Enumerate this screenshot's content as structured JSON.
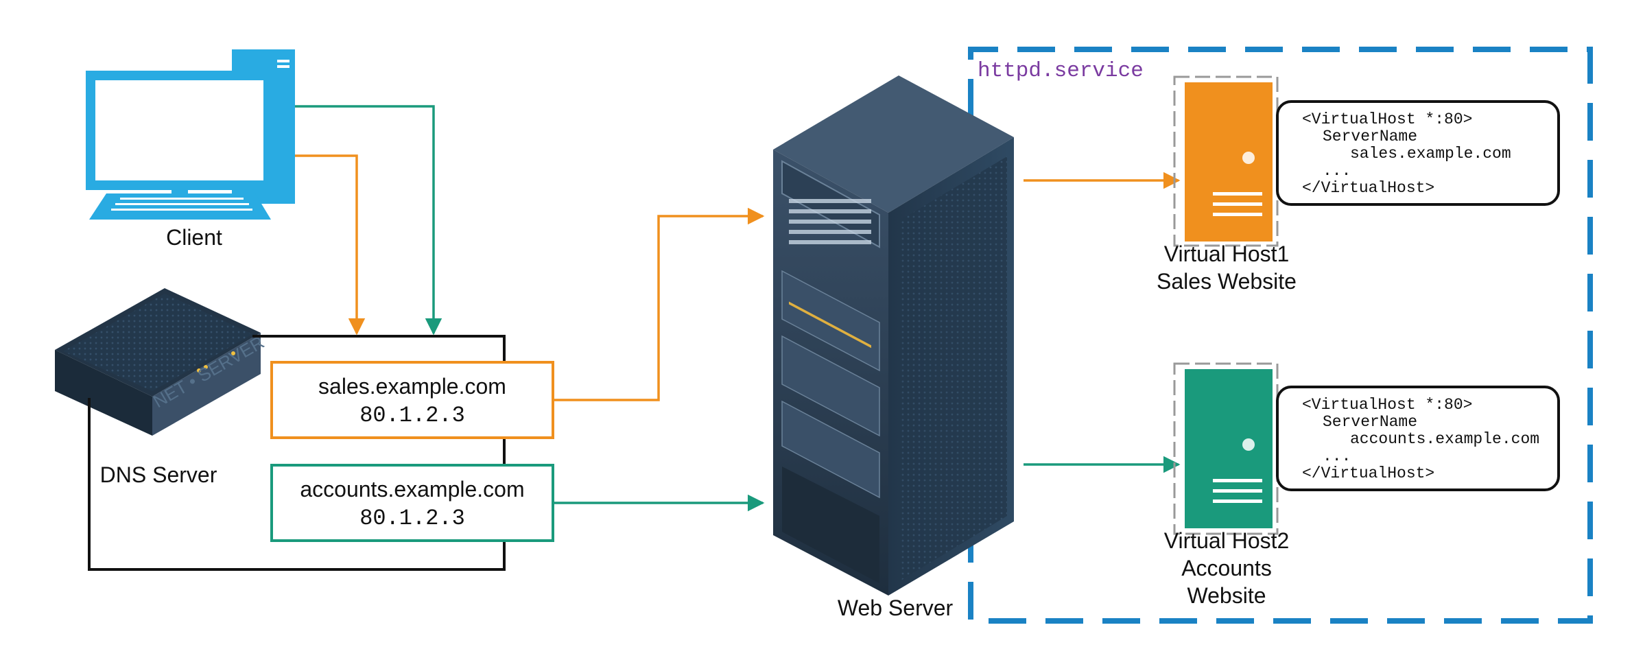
{
  "client": {
    "label": "Client"
  },
  "dns_server": {
    "label": "DNS Server",
    "chassis_text": "NET • SERVER"
  },
  "web_server": {
    "label": "Web Server"
  },
  "dns_records": [
    {
      "host": "sales.example.com",
      "ip": "80.1.2.3"
    },
    {
      "host": "accounts.example.com",
      "ip": "80.1.2.3"
    }
  ],
  "service": {
    "name": "httpd.service"
  },
  "virtual_hosts": [
    {
      "title": "Virtual Host1",
      "subtitle": "Sales Website",
      "config": [
        "<VirtualHost *:80>",
        "ServerName",
        "sales.example.com",
        "...",
        "</VirtualHost>"
      ]
    },
    {
      "title": "Virtual Host2",
      "subtitle": "Accounts",
      "subtitle2": "Website",
      "config": [
        "<VirtualHost *:80>",
        "ServerName",
        "accounts.example.com",
        "...",
        "</VirtualHost>"
      ]
    }
  ],
  "colors": {
    "orange": "#f0901e",
    "teal": "#1a9a7c",
    "blue": "#1a82c4",
    "client_blue": "#29abe2",
    "purple": "#7a3aa0",
    "server_dark": "#2b3e52"
  }
}
